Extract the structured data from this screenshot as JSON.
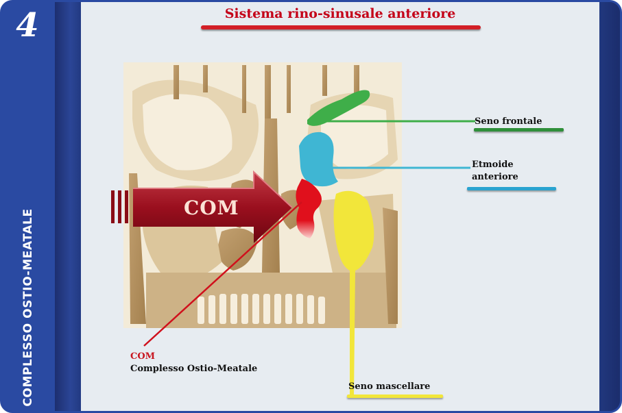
{
  "sidebar": {
    "chapter_number": "4",
    "section_label": "COMPLESSO OSTIO-MEATALE"
  },
  "slide": {
    "title": "Sistema rino-sinusale anteriore",
    "arrow_label": "COM",
    "labels": {
      "seno_frontale": "Seno frontale",
      "etmoide_line1": "Etmoide",
      "etmoide_line2": "anteriore",
      "seno_mascellare": "Seno mascellare",
      "com_abbr": "COM",
      "com_full": "Complesso Ostio-Meatale"
    }
  },
  "colors": {
    "sidebar_blue": "#2a4aa2",
    "frame_navy": "#20377f",
    "slide_bg": "#e7ecf1",
    "title_red": "#c40018",
    "frontal_green": "#3fae49",
    "ethmoid_cyan": "#3fb6d3",
    "maxillary_yellow": "#f2e63a",
    "com_red": "#d0101c",
    "bone_tan": "#b5915e"
  }
}
